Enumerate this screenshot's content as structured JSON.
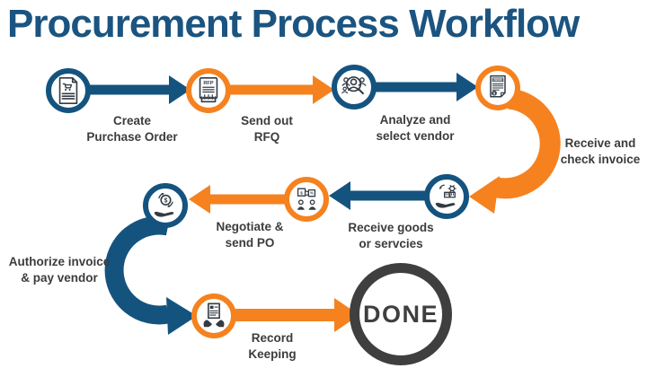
{
  "title": "Procurement Process Workflow",
  "done_label": "DONE",
  "colors": {
    "blue": "#15537f",
    "orange": "#f5821f",
    "done_ring": "#3f3f3f",
    "label_text": "#3c3c3c",
    "title_text": "#1b5480"
  },
  "steps": [
    {
      "name": "create-purchase-order",
      "line1": "Create",
      "line2": "Purchase Order",
      "ring": "blue",
      "icon": "purchase-order-icon"
    },
    {
      "name": "send-out-rfq",
      "line1": "Send out",
      "line2": "RFQ",
      "ring": "orange",
      "icon": "rfq-document-icon"
    },
    {
      "name": "analyze-select-vendor",
      "line1": "Analyze and",
      "line2": "select vendor",
      "ring": "blue",
      "icon": "vendor-search-icon"
    },
    {
      "name": "receive-check-invoice",
      "line1": "Receive and",
      "line2": "check invoice",
      "ring": "orange",
      "icon": "invoice-icon"
    },
    {
      "name": "receive-goods",
      "line1": "Receive goods",
      "line2": "or servcies",
      "ring": "blue",
      "icon": "goods-hand-icon"
    },
    {
      "name": "negotiate-send-po",
      "line1": "Negotiate &",
      "line2": "send PO",
      "ring": "orange",
      "icon": "negotiation-icon"
    },
    {
      "name": "authorize-pay-vendor",
      "line1": "Authorize invoice",
      "line2": "& pay vendor",
      "ring": "blue",
      "icon": "pay-vendor-icon"
    },
    {
      "name": "record-keeping",
      "line1": "Record",
      "line2": "Keeping",
      "ring": "orange",
      "icon": "record-keeping-icon"
    }
  ],
  "icon_glyphs": {
    "rfp": "RFP",
    "invoice": "INVOICE",
    "dollar": "$",
    "percent": "%"
  }
}
